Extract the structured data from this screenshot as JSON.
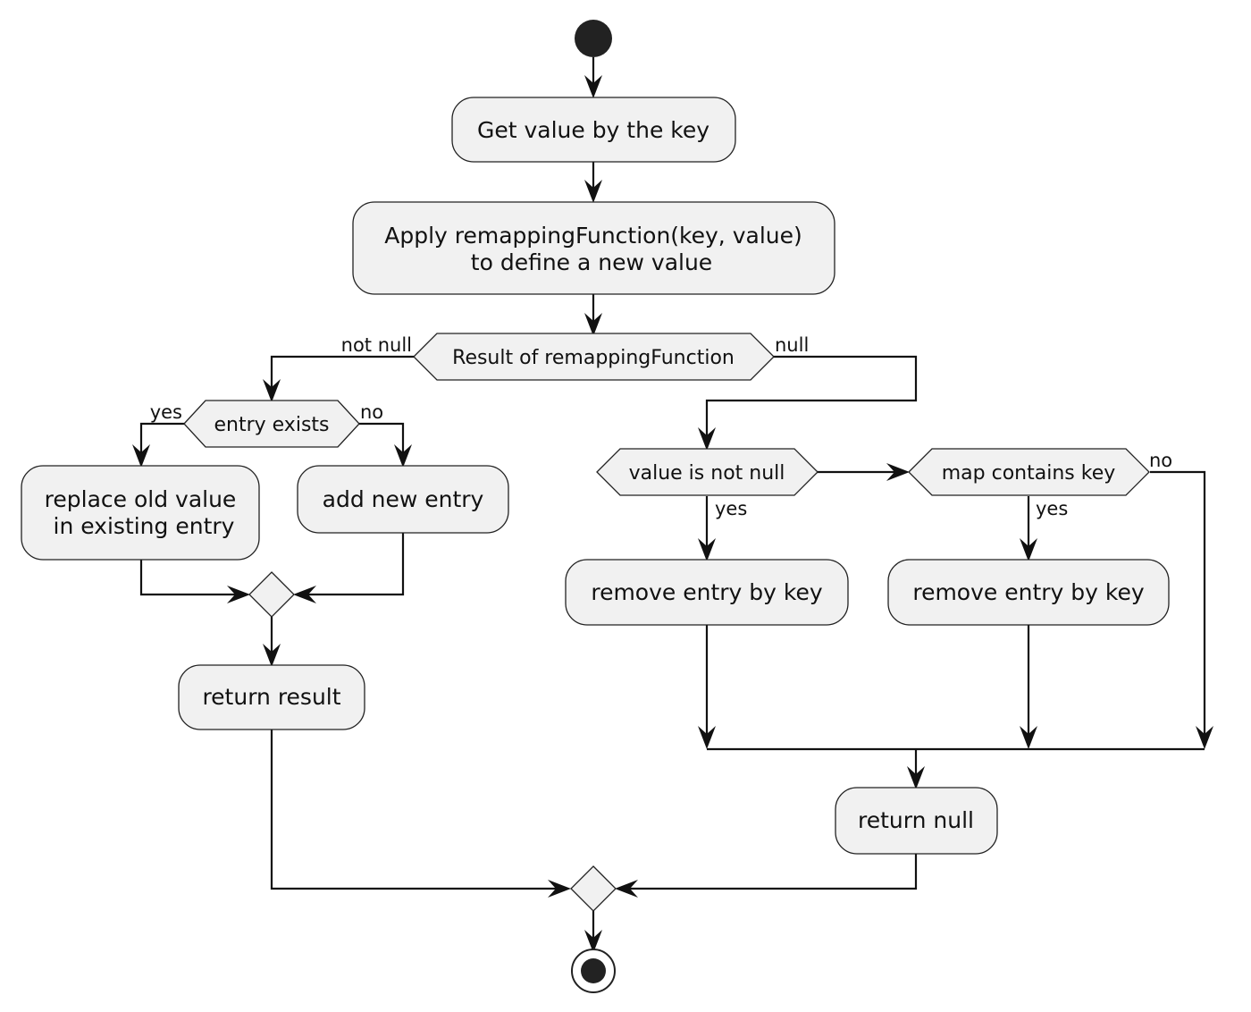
{
  "nodes": {
    "get_value": "Get value by the key",
    "apply_line1": "Apply remappingFunction(key, value)",
    "apply_line2": "to define a new value",
    "result_decision": "Result of remappingFunction",
    "entry_exists": "entry exists",
    "replace_line1": "replace old value",
    "replace_line2": " in existing entry",
    "add_new": "add new entry",
    "return_result": "return result",
    "value_not_null": "value is not null",
    "map_contains": "map contains key",
    "remove_1": "remove entry by key",
    "remove_2": "remove entry by key",
    "return_null": "return null"
  },
  "edge_labels": {
    "not_null": "not null",
    "null": "null",
    "entry_yes": "yes",
    "entry_no": "no",
    "value_yes": "yes",
    "map_yes": "yes",
    "map_no": "no"
  }
}
